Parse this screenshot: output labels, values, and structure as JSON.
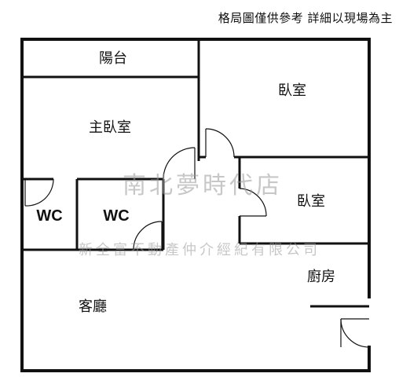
{
  "disclaimer": "格局圖僅供參考 詳細以現場為主",
  "rooms": {
    "balcony": "陽台",
    "master_bedroom": "主臥室",
    "bedroom_1": "臥室",
    "bedroom_2": "臥室",
    "wc_1": "WC",
    "wc_2": "WC",
    "kitchen": "廚房",
    "living_room": "客廳"
  },
  "watermark": {
    "brand": "南北夢時代店",
    "company": "新全富不動產仲介經紀有限公司"
  }
}
